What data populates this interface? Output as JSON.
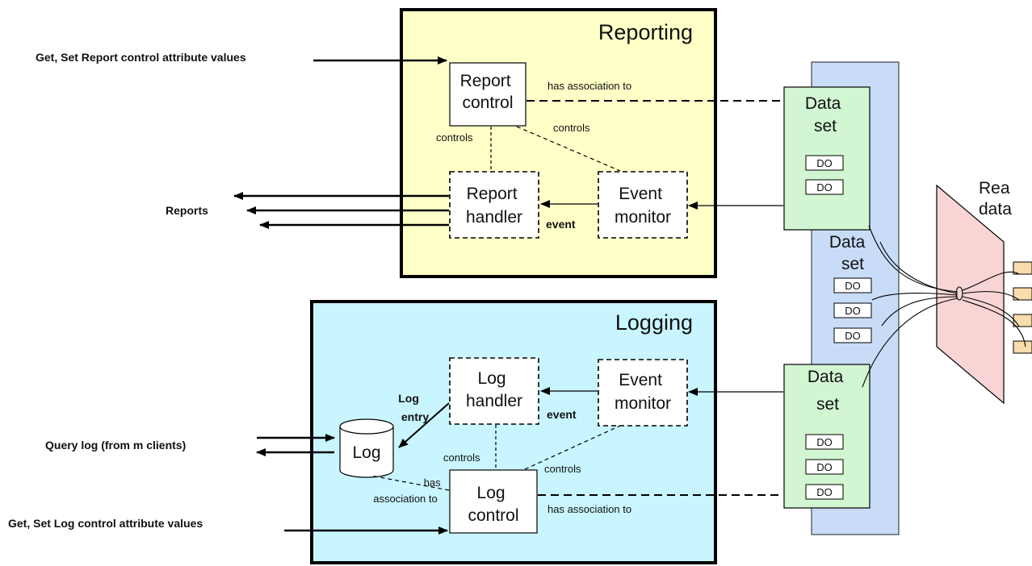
{
  "reporting": {
    "title": "Reporting",
    "report_control": [
      "Report",
      "control"
    ],
    "report_handler": [
      "Report",
      "handler"
    ],
    "event_monitor": [
      "Event",
      "monitor"
    ],
    "label_has_association": "has association to",
    "label_controls_a": "controls",
    "label_controls_b": "controls",
    "label_event": "event",
    "input_label": "Get, Set Report control attribute values",
    "output_label": "Reports"
  },
  "logging": {
    "title": "Logging",
    "log_handler": [
      "Log",
      "handler"
    ],
    "event_monitor": [
      "Event",
      "monitor"
    ],
    "log_control": [
      "Log",
      "control"
    ],
    "log_db": "Log",
    "label_log_entry": [
      "Log",
      "entry"
    ],
    "label_event": "event",
    "label_controls_a": "controls",
    "label_controls_b": "controls",
    "label_has_association_left": [
      "has",
      "association to"
    ],
    "label_has_association_right": "has association to",
    "query_label": "Query log (from m clients)",
    "input_label": "Get, Set Log control attribute values"
  },
  "datasets": {
    "top": {
      "title": [
        "Data",
        "set"
      ],
      "items": [
        "DO",
        "DO"
      ]
    },
    "middle": {
      "title": [
        "Data",
        "set"
      ],
      "items": [
        "DO",
        "DO",
        "DO"
      ]
    },
    "bottom": {
      "title": [
        "Data",
        "set"
      ],
      "items": [
        "DO",
        "DO",
        "DO"
      ]
    }
  },
  "real_data": {
    "label": [
      "Rea",
      "data"
    ]
  },
  "colors": {
    "reporting_bg": "#ffffc8",
    "logging_bg": "#c8f5ff",
    "dataset_bg": "#d2f5d2",
    "column_bg": "#c8dcf8",
    "plane_bg": "#f8d4d4",
    "tab_bg": "#f8dcac"
  }
}
